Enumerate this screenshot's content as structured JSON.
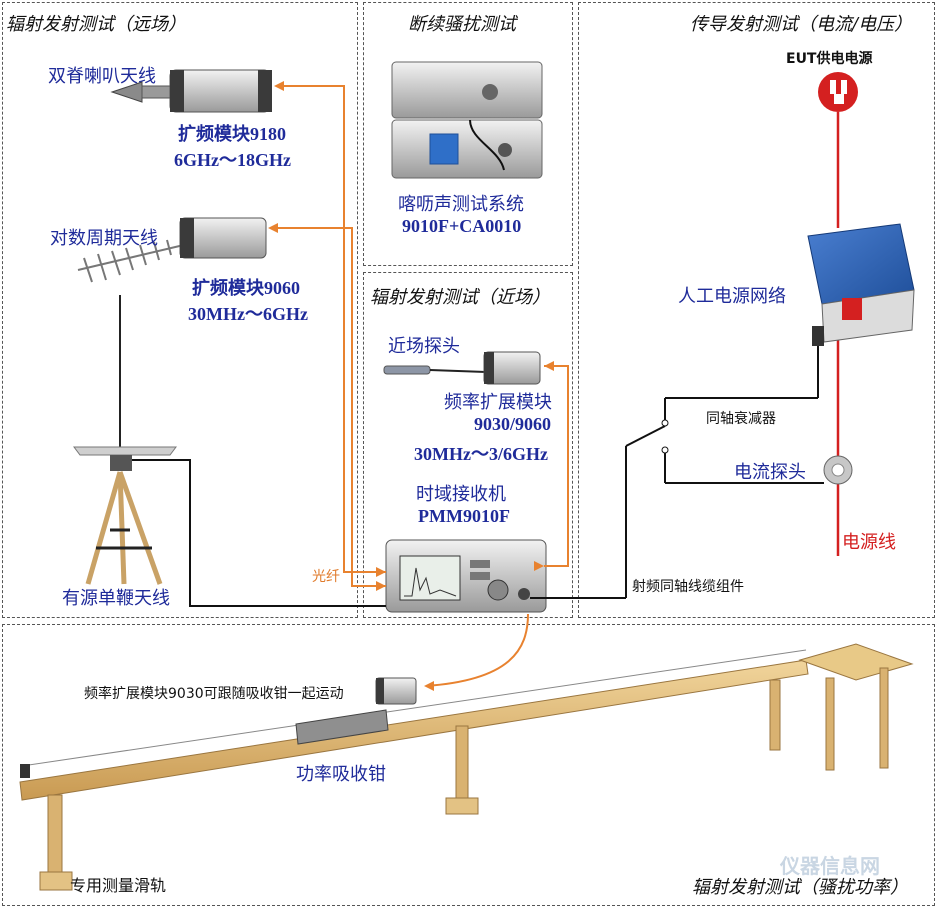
{
  "panels": {
    "far_field": "辐射发射测试（远场）",
    "click": "断续骚扰测试",
    "conducted": "传导发射测试（电流/电压）",
    "near_field": "辐射发射测试（近场）",
    "power": "辐射发射测试（骚扰功率）"
  },
  "far": {
    "horn_antenna": "双脊喇叭天线",
    "module_9180": "扩频模块9180",
    "range_9180": "6GHz～18GHz",
    "log_antenna": "对数周期天线",
    "module_9060": "扩频模块9060",
    "range_9060": "30MHz～6GHz",
    "monopole": "有源单鞭天线",
    "fiber": "光纤"
  },
  "click": {
    "system": "喀呖声测试系统",
    "model": "9010F+CA0010"
  },
  "near": {
    "probe": "近场探头",
    "module": "频率扩展模块",
    "module_model": "9030/9060",
    "range": "30MHz～3/6GHz",
    "receiver": "时域接收机",
    "receiver_model": "PMM9010F"
  },
  "conducted": {
    "eut_power": "EUT供电电源",
    "lisn": "人工电源网络",
    "attenuator": "同轴衰减器",
    "current_probe": "电流探头",
    "power_line": "电源线",
    "rf_cable": "射频同轴线缆组件"
  },
  "power": {
    "module_note": "频率扩展模块9030可跟随吸收钳一起运动",
    "clamp": "功率吸收钳",
    "rail": "专用测量滑轨"
  },
  "watermark": "仪器信息网",
  "colors": {
    "label_blue": "#1f2b9a",
    "fiber_orange": "#e8822f",
    "power_red": "#d42020"
  }
}
